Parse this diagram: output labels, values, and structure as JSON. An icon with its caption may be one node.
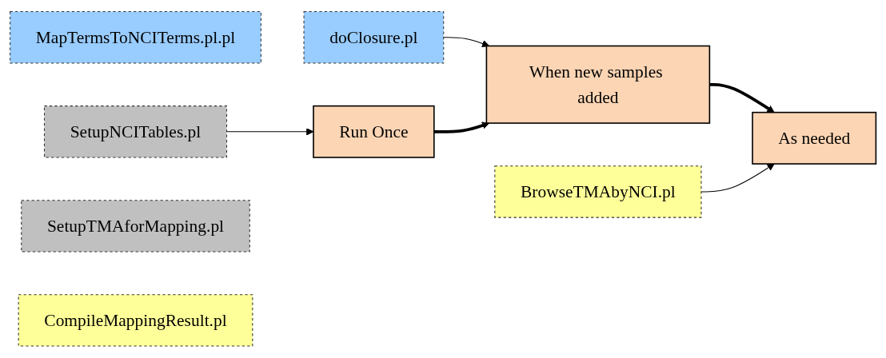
{
  "diagram": {
    "nodes": [
      {
        "text": [
          "MapTermsToNCITerms.pl.pl"
        ]
      },
      {
        "text": [
          "doClosure.pl"
        ]
      },
      {
        "text": [
          "Run Once"
        ]
      },
      {
        "text": [
          "When new samples added"
        ]
      },
      {
        "text": [
          "As needed"
        ]
      },
      {
        "text": [
          "SetupNCITables.pl"
        ]
      },
      {
        "text": [
          "SetupTMAforMapping.pl"
        ]
      },
      {
        "text": [
          "BrowseTMAbyNCI.pl"
        ]
      },
      {
        "text": [
          "CompileMappingResult.pl"
        ]
      }
    ],
    "edges": [
      {
        "from": 1,
        "to": 3,
        "arrow": "to"
      },
      {
        "from": 2,
        "to": 3,
        "arrow": "to",
        "style": "thick"
      },
      {
        "from": 3,
        "to": 4,
        "arrow": "to",
        "style": "thick"
      },
      {
        "from": 5,
        "to": 2,
        "arrow": "to"
      },
      {
        "from": 7,
        "to": 4,
        "arrow": "to"
      }
    ]
  }
}
